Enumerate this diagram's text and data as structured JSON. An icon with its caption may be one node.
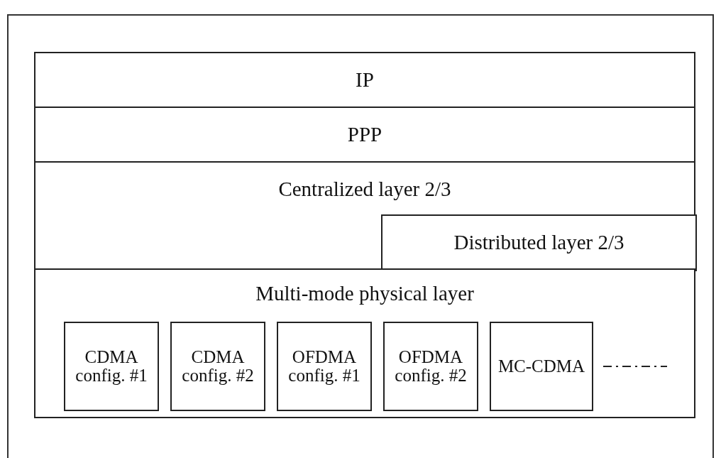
{
  "diagram": {
    "nodes": [
      {
        "text": [
          "IP"
        ]
      },
      {
        "text": [
          "PPP"
        ]
      },
      {
        "text": [
          "Centralized layer 2/3"
        ]
      },
      {
        "text": [
          "Distributed layer 2/3"
        ],
        "in": 2
      },
      {
        "text": [
          "Multi-mode physical layer"
        ]
      },
      {
        "text": [
          "CDMA config. #1"
        ],
        "in": 4
      },
      {
        "text": [
          "CDMA config. #2"
        ],
        "in": 4
      },
      {
        "text": [
          "OFDMA config. #1"
        ],
        "in": 4
      },
      {
        "text": [
          "OFDMA config. #2"
        ],
        "in": 4
      },
      {
        "text": [
          "MC-CDMA"
        ],
        "in": 4
      }
    ],
    "edges": []
  }
}
